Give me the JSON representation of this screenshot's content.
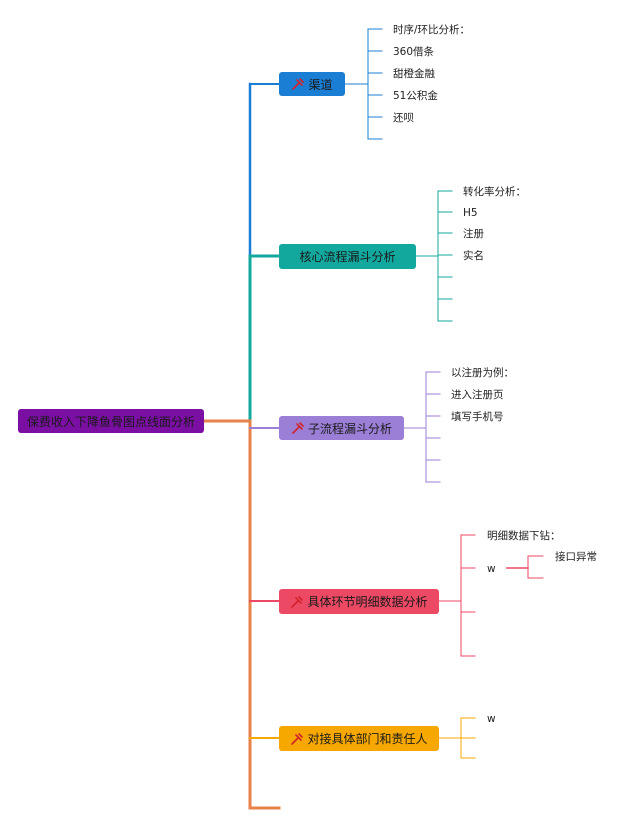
{
  "root": {
    "label": "保费收入下降鱼骨图点线面分析",
    "color": "#7b0fa3"
  },
  "branches": [
    {
      "id": "channel",
      "label": "渠道",
      "color": "#1a7fd4",
      "icon": "tools-icon",
      "leaves": [
        "时序/环比分析：",
        "360借条",
        "甜橙金融",
        "51公积金",
        "还呗",
        ""
      ]
    },
    {
      "id": "core-funnel",
      "label": "核心流程漏斗分析",
      "color": "#13a89e",
      "icon": "",
      "leaves": [
        "转化率分析：",
        "H5",
        "注册",
        "实名",
        "",
        "",
        ""
      ]
    },
    {
      "id": "sub-funnel",
      "label": "子流程漏斗分析",
      "color": "#9b7fd6",
      "icon": "tools-icon",
      "leaves": [
        "以注册为例：",
        "进入注册页",
        "填写手机号",
        "",
        "",
        ""
      ]
    },
    {
      "id": "detail",
      "label": "具体环节明细数据分析",
      "color": "#ec4965",
      "icon": "tools-icon",
      "leaves": [
        "明细数据下钻：",
        "w",
        "",
        ""
      ],
      "subleaves": [
        "接口异常",
        ""
      ]
    },
    {
      "id": "owner",
      "label": "对接具体部门和责任人",
      "color": "#f6a800",
      "icon": "tools-icon",
      "leaves": [
        "w",
        "",
        ""
      ]
    }
  ],
  "spine_color": "#e8824a"
}
